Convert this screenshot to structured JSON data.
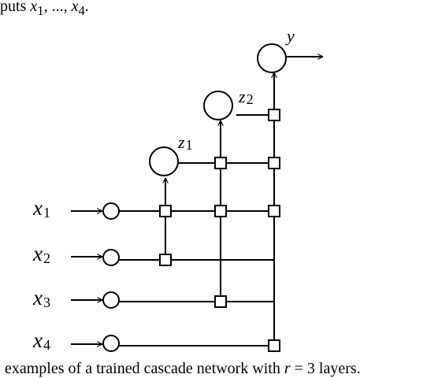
{
  "top_text": {
    "prefix": "puts ",
    "var_first": "x",
    "sub_first": "1",
    "sep": ", ..., ",
    "var_last": "x",
    "sub_last": "4",
    "suffix": "."
  },
  "diagram": {
    "inputs": [
      {
        "var": "x",
        "sub": "1"
      },
      {
        "var": "x",
        "sub": "2"
      },
      {
        "var": "x",
        "sub": "3"
      },
      {
        "var": "x",
        "sub": "4"
      }
    ],
    "hidden_units": [
      {
        "var": "z",
        "sub": "1"
      },
      {
        "var": "z",
        "sub": "2"
      }
    ],
    "output": {
      "var": "y"
    }
  },
  "caption": {
    "before": "examples of a trained cascade network with ",
    "var": "r",
    "after": " = 3 layers."
  }
}
